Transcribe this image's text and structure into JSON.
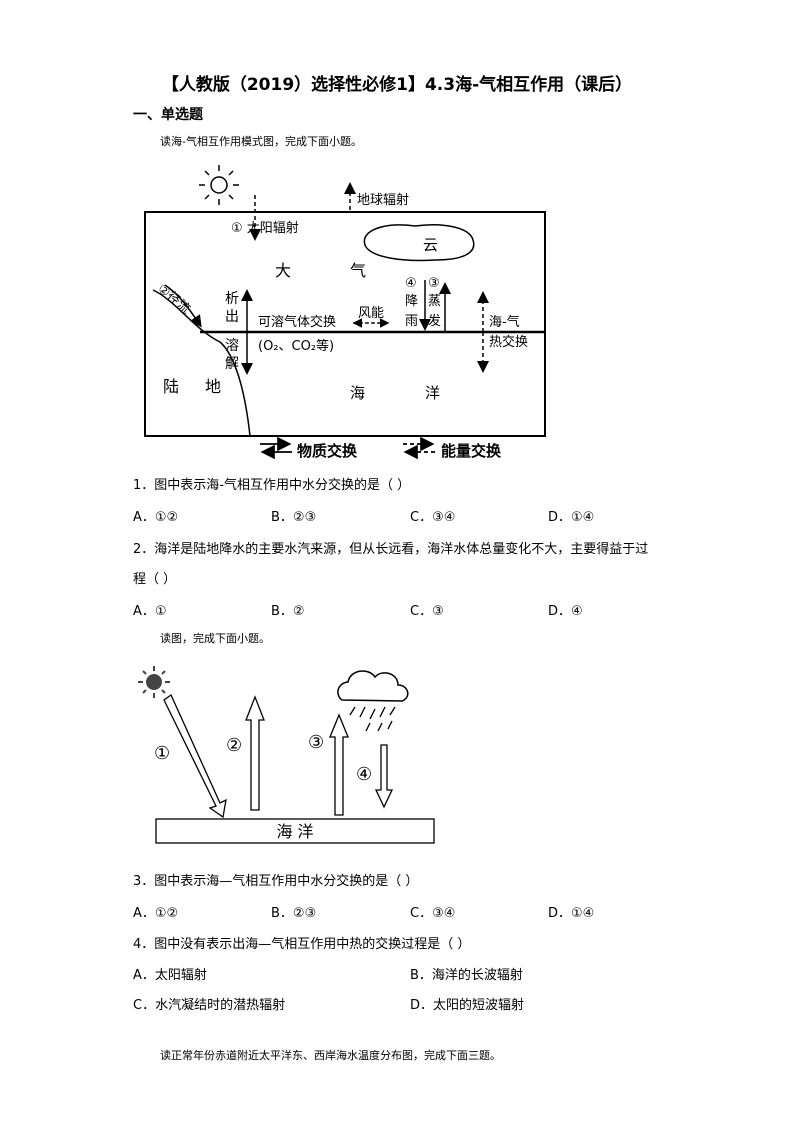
{
  "title": "【人教版（2019）选择性必修1】4.3海-气相互作用（课后）",
  "section": "一、单选题",
  "group1": {
    "intro": "读海-气相互作用模式图，完成下面小题。",
    "figure": {
      "solar": "① 太阳辐射",
      "earth": "地球辐射",
      "cloud": "云",
      "atmos1": "大",
      "atmos2": "气",
      "runoff": "②径流",
      "precip_num": "④",
      "precip1": "降",
      "precip2": "雨",
      "evap_num": "③",
      "evap1": "蒸",
      "evap2": "发",
      "gas": "可溶气体交换",
      "wind": "风能",
      "chem": "(O₂、CO₂等)",
      "release1": "析",
      "release2": "出",
      "dissolve1": "溶",
      "dissolve2": "解",
      "heat1": "海-气",
      "heat2": "热交换",
      "land1": "陆",
      "land2": "地",
      "ocean1": "海",
      "ocean2": "洋",
      "legend_matter": "物质交换",
      "legend_energy": "能量交换"
    },
    "q1": {
      "text": "1．图中表示海-气相互作用中水分交换的是（    ）",
      "options": [
        "A．①②",
        "B．②③",
        "C．③④",
        "D．①④"
      ]
    },
    "q2": {
      "text1": "2．海洋是陆地降水的主要水汽来源，但从长远看，海洋水体总量变化不大，主要得益于过",
      "text2": "程（    ）",
      "options": [
        "A．①",
        "B．②",
        "C．③",
        "D．④"
      ]
    }
  },
  "group2": {
    "intro": "读图，完成下面小题。",
    "figure": {
      "n1": "①",
      "n2": "②",
      "n3": "③",
      "n4": "④",
      "ocean": "海 洋"
    },
    "q3": {
      "text": "3．图中表示海—气相互作用中水分交换的是（    ）",
      "options": [
        "A．①②",
        "B．②③",
        "C．③④",
        "D．①④"
      ]
    },
    "q4": {
      "text": "4．图中没有表示出海—气相互作用中热的交换过程是（    ）",
      "options": [
        "A．太阳辐射",
        "B．海洋的长波辐射",
        "C．水汽凝结时的潜热辐射",
        "D．太阳的短波辐射"
      ]
    }
  },
  "group3": {
    "intro": "读正常年份赤道附近太平洋东、西岸海水温度分布图，完成下面三题。"
  }
}
